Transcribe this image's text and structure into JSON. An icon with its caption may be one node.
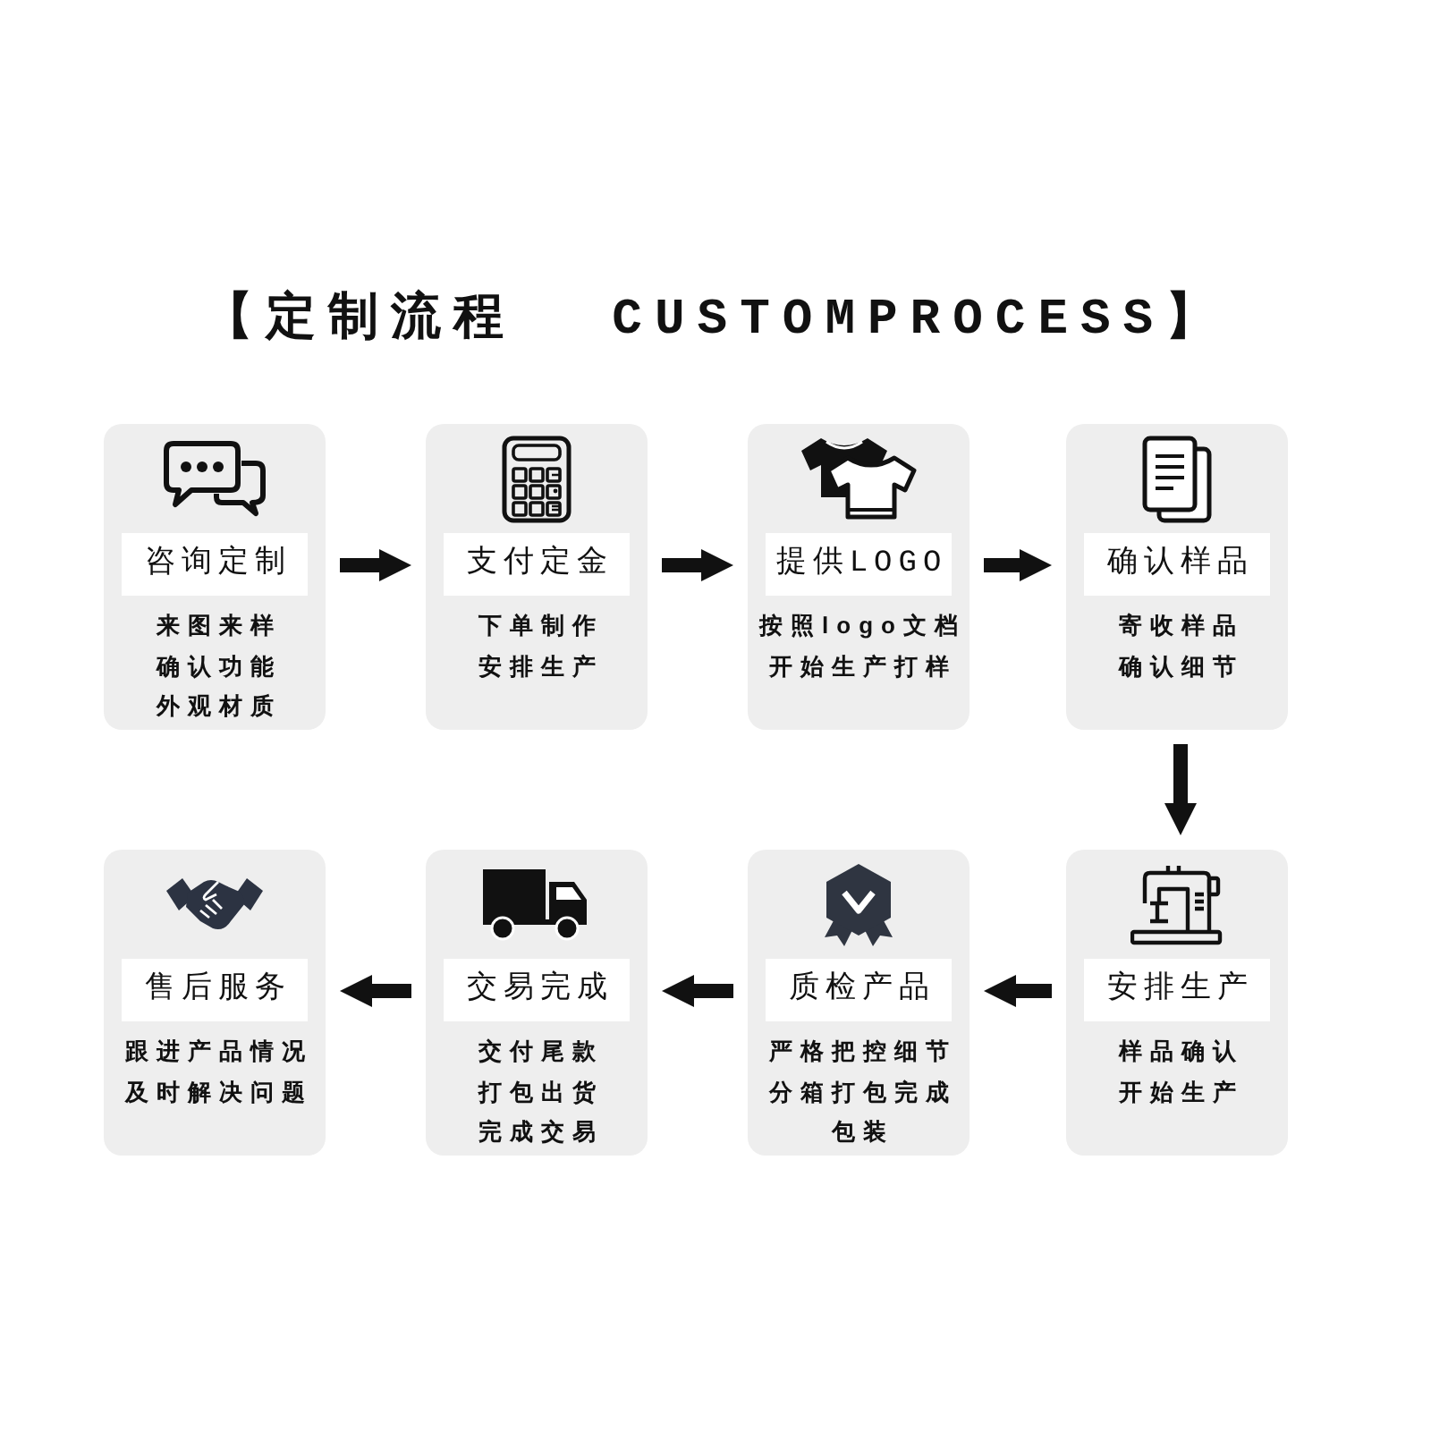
{
  "diagram": {
    "title": "【定制流程 CUSTOMPROCESS】",
    "nodes": [
      {
        "text": [
          "咨询定制",
          "来图来样确认功能外观材质"
        ]
      },
      {
        "text": [
          "支付定金",
          "下单制作安排生产"
        ]
      },
      {
        "text": [
          "提供LOGO",
          "按照logo文档开始生产打样"
        ]
      },
      {
        "text": [
          "确认样品",
          "寄收样品确认细节"
        ]
      },
      {
        "text": [
          "售后服务",
          "跟进产品情况及时解决问题"
        ]
      },
      {
        "text": [
          "交易完成",
          "交付尾款打包出货完成交易"
        ]
      },
      {
        "text": [
          "质检产品",
          "严格把控细节分箱打包完成包装"
        ]
      },
      {
        "text": [
          "安排生产",
          "样品确认开始生产"
        ]
      }
    ],
    "edges": [
      {
        "from": 0,
        "to": 1,
        "arrow": "to"
      },
      {
        "from": 1,
        "to": 2,
        "arrow": "to"
      },
      {
        "from": 2,
        "to": 3,
        "arrow": "to"
      },
      {
        "from": 3,
        "to": 7,
        "arrow": "to"
      },
      {
        "from": 7,
        "to": 6,
        "arrow": "to"
      },
      {
        "from": 6,
        "to": 5,
        "arrow": "to"
      },
      {
        "from": 5,
        "to": 4,
        "arrow": "to"
      }
    ]
  }
}
